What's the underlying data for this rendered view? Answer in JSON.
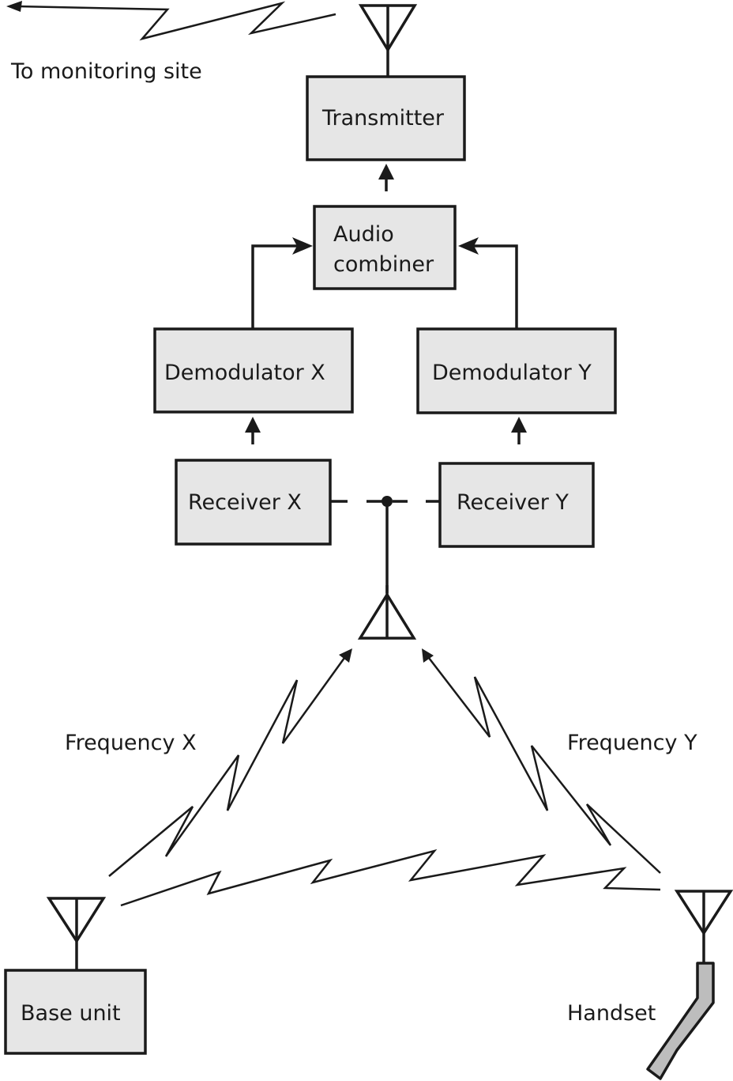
{
  "labels": {
    "monitoring": "To monitoring site",
    "transmitter": "Transmitter",
    "audio_line1": "Audio",
    "audio_line2": "combiner",
    "demod_x": "Demodulator X",
    "demod_y": "Demodulator Y",
    "receiver_x": "Receiver X",
    "receiver_y": "Receiver Y",
    "freq_x": "Frequency X",
    "freq_y": "Frequency Y",
    "base_unit": "Base unit",
    "handset": "Handset"
  },
  "colors": {
    "box_fill": "#e6e6e6",
    "stroke": "#1a1a1a",
    "handset_fill": "#bdbdbd"
  },
  "icons": [
    "antenna-icon",
    "handset-icon",
    "radio-link-zigzag"
  ]
}
